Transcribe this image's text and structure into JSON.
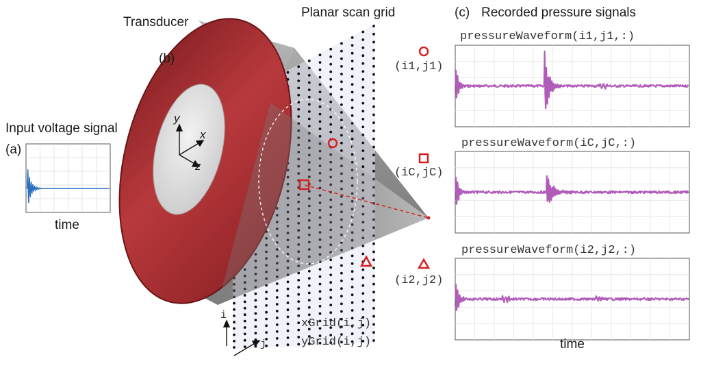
{
  "labels": {
    "input_voltage_signal": "Input voltage signal",
    "panel_a": "(a)",
    "time_a": "time",
    "transducer": "Transducer",
    "panel_b": "(b)",
    "planar_scan_grid": "Planar scan grid",
    "panel_c": "(c)",
    "recorded_pressure_signals": "Recorded pressure signals",
    "time_c": "time",
    "axis_x": "x",
    "axis_y": "y",
    "axis_z": "z",
    "grid_i": "i",
    "grid_j": "j",
    "xgrid": "xGrid(i,j)",
    "ygrid": "yGrid(i,j)"
  },
  "signals": [
    {
      "title": "pressureWaveform(i1,j1,:)",
      "point": "(i1,j1)",
      "marker": "circle"
    },
    {
      "title": "pressureWaveform(iC,jC,:)",
      "point": "(iC,jC)",
      "marker": "square"
    },
    {
      "title": "pressureWaveform(i2,j2,:)",
      "point": "(i2,j2)",
      "marker": "triangle"
    }
  ],
  "colors": {
    "transducer_red": "#a8282c",
    "marker_red": "#d42020",
    "pressure_trace": "#b05cb8",
    "voltage_trace": "#2a6fc0",
    "grid_dot": "#111111",
    "beam_gray": "#8f8f8f"
  }
}
